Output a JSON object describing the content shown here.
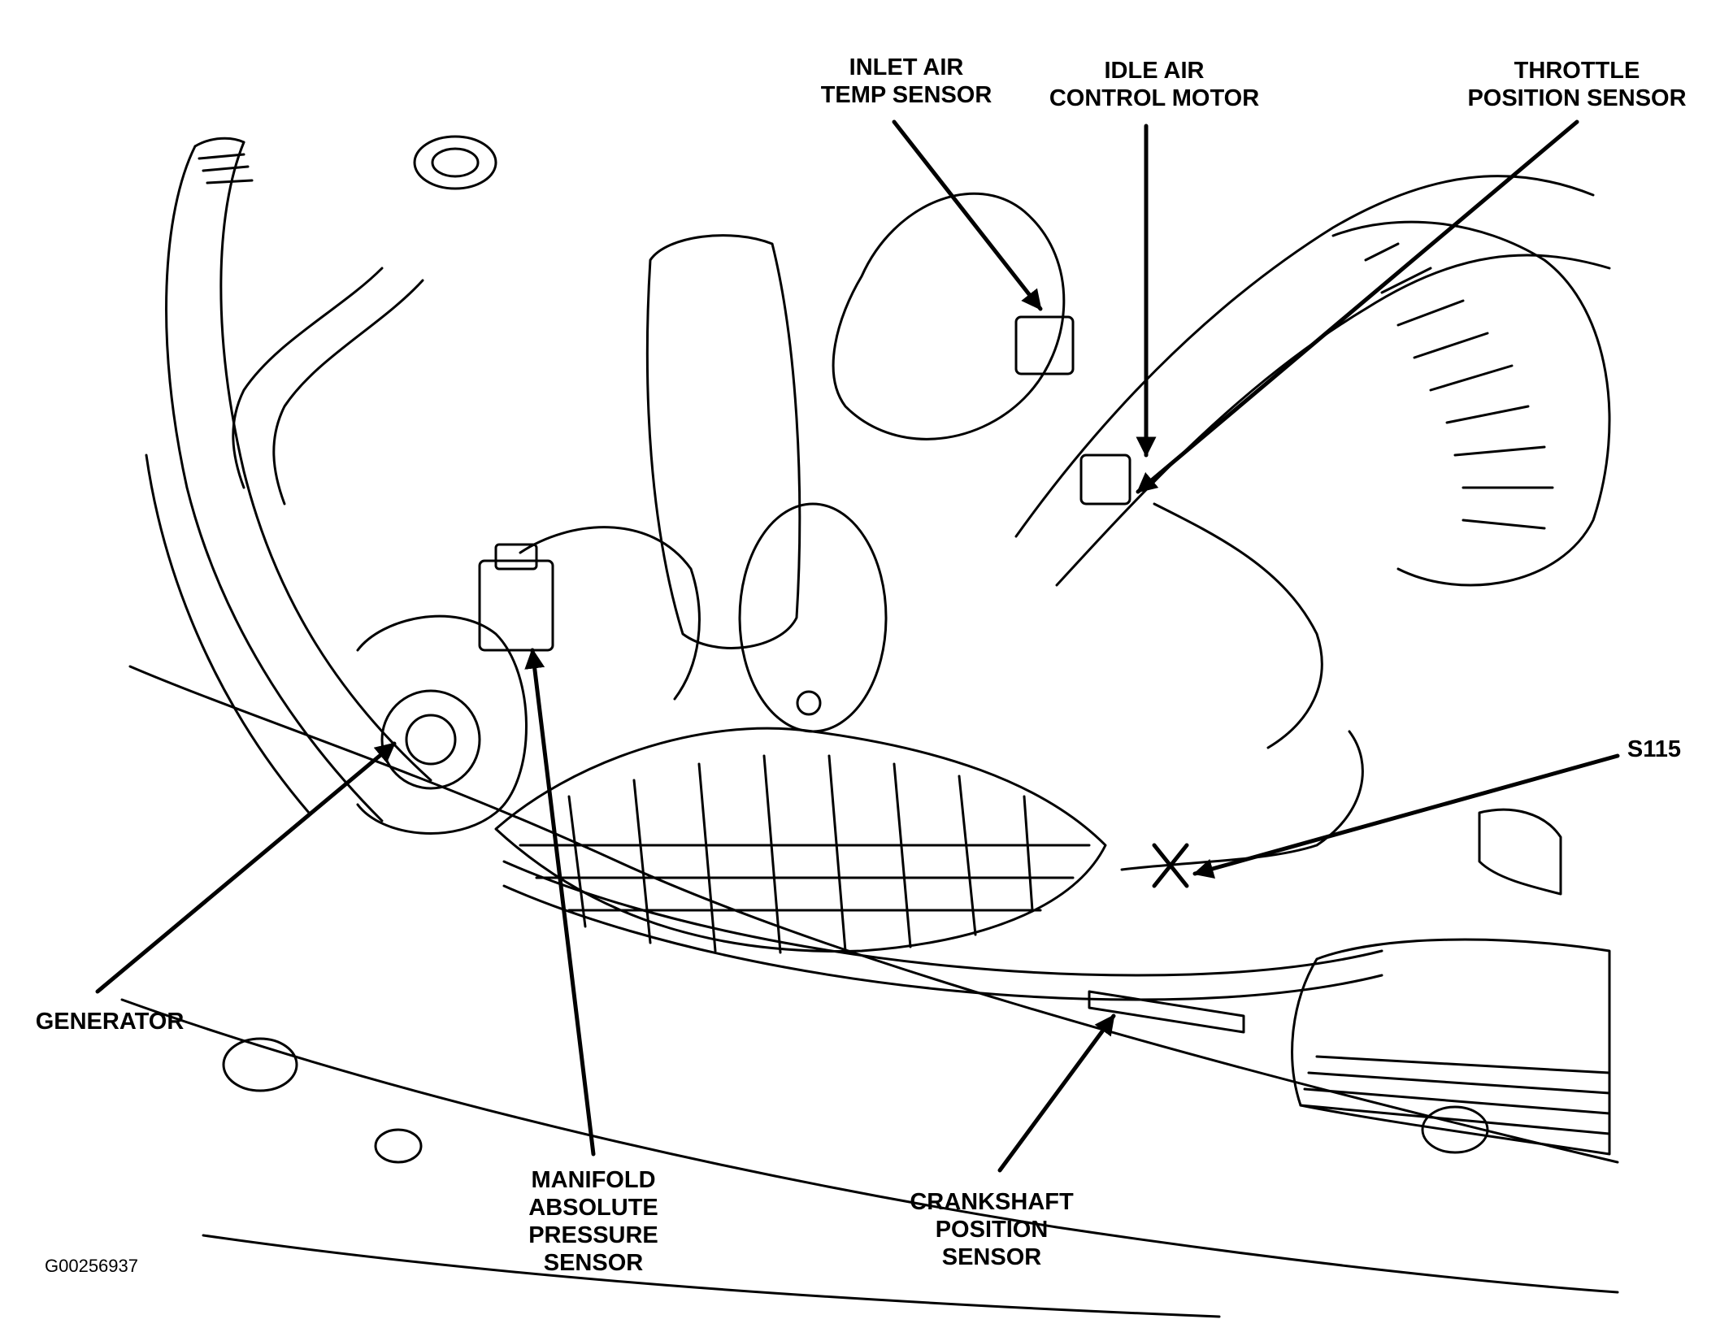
{
  "labels": {
    "inlet_air_temp_sensor": [
      "INLET AIR",
      "TEMP SENSOR"
    ],
    "idle_air_control_motor": [
      "IDLE AIR",
      "CONTROL MOTOR"
    ],
    "throttle_position_sensor": [
      "THROTTLE",
      "POSITION SENSOR"
    ],
    "s115": [
      "S115"
    ],
    "generator": [
      "GENERATOR"
    ],
    "manifold_absolute_pressure_sensor": [
      "MANIFOLD",
      "ABSOLUTE",
      "PRESSURE",
      "SENSOR"
    ],
    "crankshaft_position_sensor": [
      "CRANKSHAFT",
      "POSITION",
      "SENSOR"
    ]
  },
  "figure_id": "G00256937",
  "colors": {
    "line": "#000000",
    "background": "#ffffff"
  }
}
